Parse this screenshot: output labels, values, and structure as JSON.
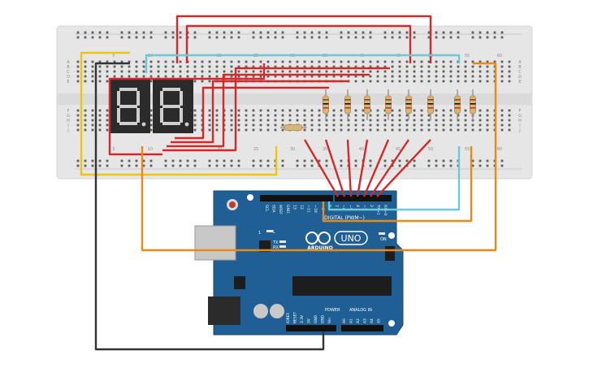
{
  "breadboard": {
    "col_labels": [
      "5",
      "10",
      "20",
      "25",
      "30",
      "35",
      "40",
      "45",
      "50",
      "55",
      "60"
    ],
    "row_labels_top": [
      "A",
      "B",
      "C",
      "D",
      "E"
    ],
    "row_labels_bottom": [
      "F",
      "G",
      "H",
      "I",
      "J"
    ]
  },
  "display": {
    "digit_left": "8.",
    "digit_right": "8."
  },
  "arduino": {
    "header_top_labels": [
      "SCL",
      "SDA",
      "AREF",
      "GND",
      "13",
      "12",
      "~11",
      "~10",
      "~9",
      "8"
    ],
    "header_top_labels_right": [
      "7",
      "~6",
      "~5",
      "4",
      "~3",
      "2",
      "TX→1",
      "RX←0"
    ],
    "digital_label": "DIGITAL (PWM~)",
    "logo_text": "ARDUINO",
    "uno_badge": "UNO",
    "tx_label": "TX",
    "rx_label": "RX",
    "l_label": "L",
    "on_label": "ON",
    "power_label": "POWER",
    "analog_label": "ANALOG IN",
    "power_pins": [
      "IOREF",
      "RESET",
      "3.3V",
      "5V",
      "GND",
      "GND",
      "Vin"
    ],
    "analog_pins": [
      "A0",
      "A1",
      "A2",
      "A3",
      "A4",
      "A5"
    ],
    "icsp_label": "1"
  },
  "colors": {
    "board": "#1f5f94",
    "breadboard": "#e6e6e6",
    "wire_red": "#d12a2a",
    "wire_yellow": "#f1c40f",
    "wire_cyan": "#6ec9d6",
    "wire_orange": "#e88a1a",
    "wire_black": "#333333",
    "segment_on": "#d0d0d0",
    "display_body": "#2b2b2b"
  }
}
